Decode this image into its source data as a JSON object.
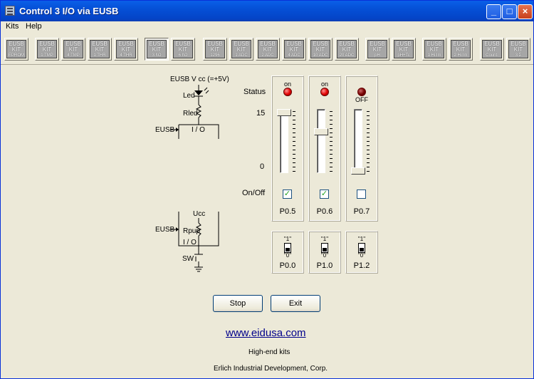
{
  "window": {
    "title": "Control 3 I/O via EUSB",
    "min": "_",
    "max": "□",
    "close": "×"
  },
  "menu": [
    {
      "label": "Kits",
      "key": "K"
    },
    {
      "label": "Help",
      "key": "H"
    }
  ],
  "kits": [
    {
      "l1": "EUSB",
      "l2": "KIT",
      "l3": "EPROM"
    },
    {
      "l1": "EUSB",
      "l2": "KIT",
      "l3": "1 TMP"
    },
    {
      "l1": "EUSB",
      "l2": "KIT",
      "l3": "4 TMP"
    },
    {
      "l1": "EUSB",
      "l2": "KIT",
      "l3": "1 THR"
    },
    {
      "l1": "EUSB",
      "l2": "KIT",
      "l3": "4 THR"
    },
    {
      "l1": "EUSB",
      "l2": "KIT",
      "l3": "3 I\\O"
    },
    {
      "l1": "EUSB",
      "l2": "KIT",
      "l3": "6 I\\O"
    },
    {
      "l1": "EUSB",
      "l2": "KIT",
      "l3": "1296"
    },
    {
      "l1": "EUSB",
      "l2": "KIT",
      "l3": "1 ADC"
    },
    {
      "l1": "EUSB",
      "l2": "KIT",
      "l3": "2 ADC"
    },
    {
      "l1": "EUSB",
      "l2": "KIT",
      "l3": "4 ADC"
    },
    {
      "l1": "EUSB",
      "l2": "KIT",
      "l3": "10 ADC"
    },
    {
      "l1": "EUSB",
      "l2": "KIT",
      "l3": "20 ADC"
    },
    {
      "l1": "EUSB",
      "l2": "KIT",
      "l3": "pH"
    },
    {
      "l1": "EUSB",
      "l2": "KIT",
      "l3": "pH+Tc"
    },
    {
      "l1": "EUSB",
      "l2": "KIT",
      "l3": "1 Hi.Im"
    },
    {
      "l1": "EUSB",
      "l2": "KIT",
      "l3": "2 Hi.Im"
    },
    {
      "l1": "EUSB",
      "l2": "KIT",
      "l3": "Count."
    },
    {
      "l1": "EUSB",
      "l2": "KIT",
      "l3": "3 Σ"
    }
  ],
  "schematic": {
    "vcc_top": "EUSB V cc (=+5V)",
    "led": "Led",
    "rled": "Rled",
    "eusb1": "EUSB",
    "io1": "I / O",
    "vcc2": "Ucc",
    "eusb2": "EUSB",
    "rpup": "Rpup",
    "io2": "I / O",
    "sw": "SW"
  },
  "labels": {
    "status": "Status",
    "max": "15",
    "min": "0",
    "onoff": "On/Off"
  },
  "outputs": [
    {
      "state": "on",
      "slider_level": 15,
      "checked": true,
      "port": "P0.5"
    },
    {
      "state": "on",
      "slider_level": 10,
      "checked": true,
      "port": "P0.6"
    },
    {
      "state": "OFF",
      "slider_level": 0,
      "checked": false,
      "port": "P0.7"
    }
  ],
  "inputs": [
    {
      "top": "\"1\"",
      "bottom": "\"0\"",
      "position": "down",
      "port": "P0.0"
    },
    {
      "top": "\"1\"",
      "bottom": "\"0\"",
      "position": "down",
      "port": "P1.0"
    },
    {
      "top": "\"1\"",
      "bottom": "\"0\"",
      "position": "down",
      "port": "P1.2"
    }
  ],
  "buttons": {
    "stop": "Stop",
    "exit": "Exit"
  },
  "footer": {
    "link": "www.eidusa.com",
    "tagline": "High-end kits",
    "company": "Erlich Industrial Development, Corp."
  },
  "colors": {
    "led_on": "#e00000",
    "led_off": "#700000",
    "check": "#21a121",
    "link": "#00008b"
  }
}
